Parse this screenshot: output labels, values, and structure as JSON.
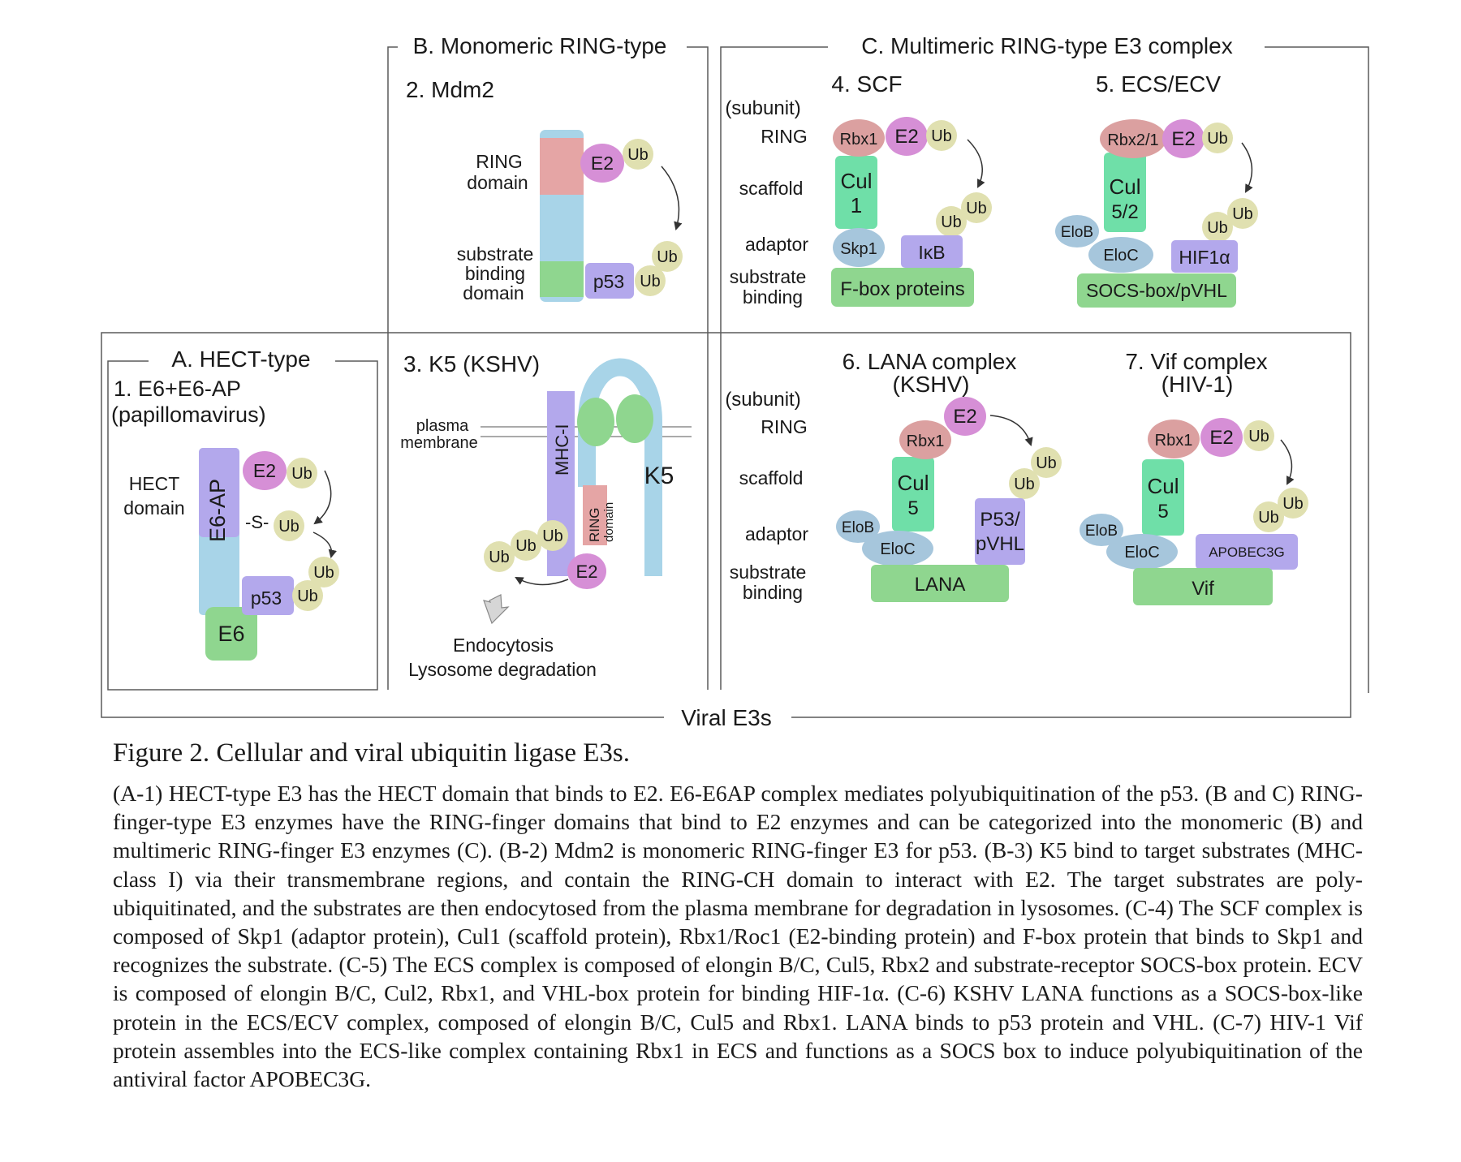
{
  "figure": {
    "panel_a": {
      "title": "A. HECT-type",
      "item1_line1": "1.  E6+E6-AP",
      "item1_line2": "(papillomavirus)",
      "hect_line1": "HECT",
      "hect_line2": "domain",
      "e6ap": "E6-AP",
      "e6": "E6",
      "e2": "E2",
      "ub": "Ub",
      "thioester": "-S-",
      "p53": "p53"
    },
    "panel_b": {
      "title": "B. Monomeric RING-type",
      "mdm2": {
        "title": "2. Mdm2",
        "ring_line1": "RING",
        "ring_line2": "domain",
        "sub_line1": "substrate",
        "sub_line2": "binding",
        "sub_line3": "domain",
        "e2": "E2",
        "ub": "Ub",
        "p53": "p53"
      },
      "k5": {
        "title": "3. K5 (KSHV)",
        "plasma_line1": "plasma",
        "plasma_line2": "membrane",
        "mhc": "MHC-I",
        "k5_label": "K5",
        "ring_line1": "RING",
        "ring_line2": "domain",
        "e2": "E2",
        "ub": "Ub",
        "endo": "Endocytosis",
        "lyso": "Lysosome degradation"
      }
    },
    "panel_c": {
      "title": "C. Multimeric RING-type E3 complex",
      "row_labels": {
        "subunit": "(subunit)",
        "ring": "RING",
        "scaffold": "scaffold",
        "adaptor": "adaptor",
        "sb_line1": "substrate",
        "sb_line2": "binding"
      },
      "scf": {
        "title": "4. SCF",
        "rbx": "Rbx1",
        "e2": "E2",
        "ub": "Ub",
        "cul_line1": "Cul",
        "cul_line2": "1",
        "skp": "Skp1",
        "ikb": "IκB",
        "fbox": "F-box proteins"
      },
      "ecs": {
        "title": "5. ECS/ECV",
        "rbx": "Rbx2/1",
        "e2": "E2",
        "ub": "Ub",
        "cul_line1": "Cul",
        "cul_line2": "5/2",
        "elob": "EloB",
        "eloc": "EloC",
        "hif": "HIF1α",
        "socs": "SOCS-box/pVHL"
      },
      "lana": {
        "title_line1": "6. LANA complex",
        "title_line2": "(KSHV)",
        "rbx": "Rbx1",
        "e2": "E2",
        "ub": "Ub",
        "cul_line1": "Cul",
        "cul_line2": "5",
        "elob": "EloB",
        "eloc": "EloC",
        "p53_line1": "P53/",
        "p53_line2": "pVHL",
        "lana": "LANA"
      },
      "vif": {
        "title_line1": "7. Vif complex",
        "title_line2": "(HIV-1)",
        "rbx": "Rbx1",
        "e2": "E2",
        "ub": "Ub",
        "cul_line1": "Cul",
        "cul_line2": "5",
        "elob": "EloB",
        "eloc": "EloC",
        "apo": "APOBEC3G",
        "vif": "Vif"
      }
    },
    "viral_label": "Viral E3s"
  },
  "colors": {
    "e2": "#d68fd6",
    "ub": "#e0e0b0",
    "rbx": "#dba0a0",
    "cul": "#6fdfa8",
    "adaptor": "#a6c6dc",
    "substrate": "#b4a8e8",
    "base": "#8fd68f",
    "stalk": "#a8d4e8",
    "purple": "#b3a8ec",
    "ring": "#e5a5a5"
  },
  "caption": {
    "title": "Figure 2. Cellular and viral ubiquitin ligase E3s.",
    "body": "(A-1) HECT-type E3 has the HECT domain that binds to E2. E6-E6AP complex mediates polyubiquitination of the p53. (B and C) RING-finger-type E3 enzymes have the RING-finger domains that bind to E2 enzymes and can be categorized into the monomeric (B) and multimeric RING-finger E3 enzymes (C). (B-2) Mdm2 is monomeric RING-finger E3 for p53. (B-3) K5 bind to target substrates (MHC-class I) via their transmembrane regions, and contain the RING-CH domain to interact with E2. The target substrates are poly-ubiquitinated, and the substrates are then endocytosed from the plasma membrane for degradation in lysosomes. (C-4) The SCF complex is composed of Skp1 (adaptor protein), Cul1 (scaffold protein), Rbx1/Roc1 (E2-binding protein) and F-box protein that binds to Skp1 and recognizes the substrate. (C-5) The ECS complex is composed of elongin B/C, Cul5, Rbx2 and substrate-receptor SOCS-box protein. ECV is composed of elongin B/C, Cul2, Rbx1, and VHL-box protein for binding HIF-1α. (C-6) KSHV LANA functions as a SOCS-box-like protein in the ECS/ECV complex, composed of elongin B/C, Cul5 and Rbx1. LANA binds to p53 protein and VHL. (C-7) HIV-1 Vif protein assembles into the ECS-like complex containing Rbx1 in ECS and functions as a SOCS box to induce polyubiquitination of the antiviral factor APOBEC3G."
  }
}
